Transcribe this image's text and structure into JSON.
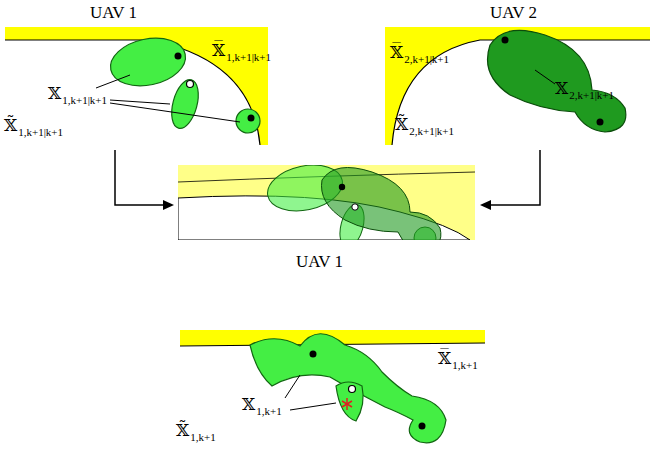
{
  "diagram": {
    "labels": [
      "UAV 1",
      "UAV 2",
      "𝕏̅",
      "1,k+1|k+1",
      "𝕏",
      "1,k+1|k+1",
      "𝕏̃",
      "1,k+1|k+1",
      "𝕏̅",
      "2,k+1|k+1",
      "𝕏̃",
      "2,k+1|k+1",
      "𝕏",
      "2,k+1|k+1",
      "UAV 1",
      "𝕏̅",
      "1,k+1",
      "𝕏",
      "1,k+1",
      "𝕏̃",
      "1,k+1"
    ]
  }
}
